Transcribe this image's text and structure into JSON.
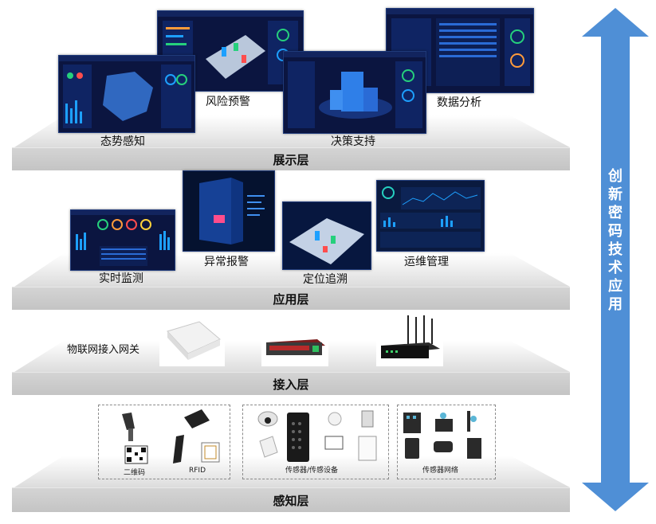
{
  "side_arrow": {
    "text": "创新密码技术应用",
    "color": "#4f8fd6"
  },
  "layers": [
    {
      "name": "展示层",
      "items": [
        "态势感知",
        "风险预警",
        "决策支持",
        "数据分析"
      ]
    },
    {
      "name": "应用层",
      "items": [
        "实时监测",
        "异常报警",
        "定位追溯",
        "运维管理"
      ]
    },
    {
      "name": "接入层",
      "items": [
        "物联网接入网关"
      ]
    },
    {
      "name": "感知层",
      "groups": [
        "二维码",
        "RFID",
        "传感器/传感设备",
        "传感器网络"
      ]
    }
  ]
}
